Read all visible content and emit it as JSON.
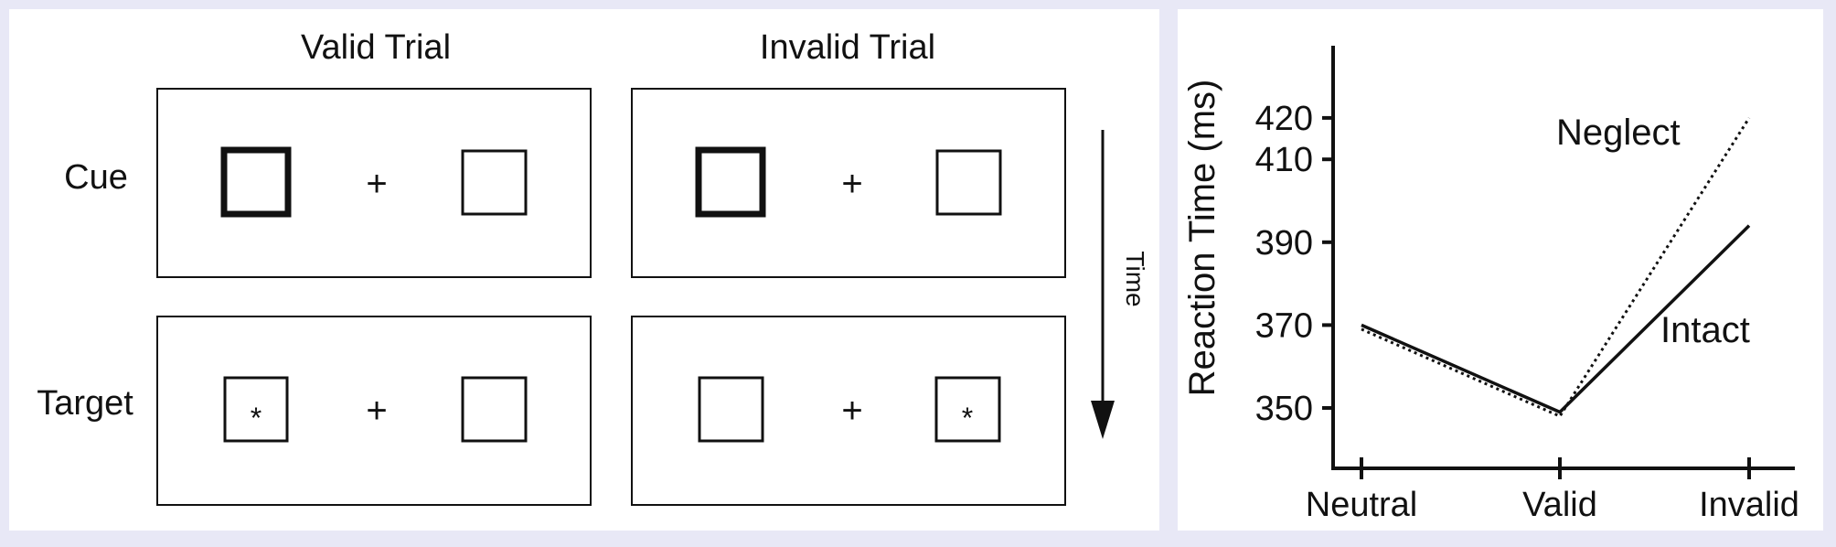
{
  "paradigm": {
    "column_titles": {
      "valid": "Valid Trial",
      "invalid": "Invalid Trial"
    },
    "row_labels": {
      "cue": "Cue",
      "target": "Target"
    },
    "fixation_symbol": "+",
    "target_symbol": "*",
    "time_label": "Time"
  },
  "chart_data": {
    "type": "line",
    "categories": [
      "Neutral",
      "Valid",
      "Invalid"
    ],
    "series": [
      {
        "name": "Neglect",
        "values": [
          369,
          348,
          420
        ],
        "style": "dotted"
      },
      {
        "name": "Intact",
        "values": [
          370,
          349,
          394
        ],
        "style": "solid"
      }
    ],
    "title": "",
    "xlabel": "",
    "ylabel": "Reaction Time (ms)",
    "y_ticks": [
      350,
      370,
      390,
      410,
      420
    ],
    "ylim": [
      333,
      436
    ],
    "grid": false,
    "colors": {
      "line": "#111111"
    }
  }
}
